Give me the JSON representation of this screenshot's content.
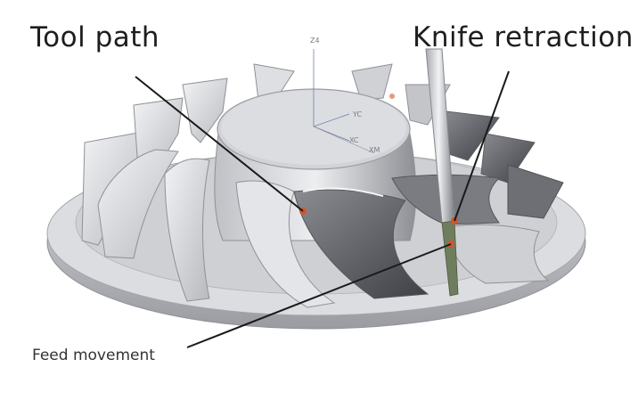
{
  "labels": {
    "tool_path": "Tool path",
    "knife_retraction": "Knife retraction",
    "feed_movement": "Feed movement"
  },
  "axes": {
    "z": "Z4",
    "y": "YC",
    "x": "XC",
    "xm": "XM"
  },
  "colors": {
    "marker": "#d2552a",
    "leader": "#1a1a1a",
    "metal_light": "#e9eaed",
    "metal_dark": "#4a4c52"
  }
}
